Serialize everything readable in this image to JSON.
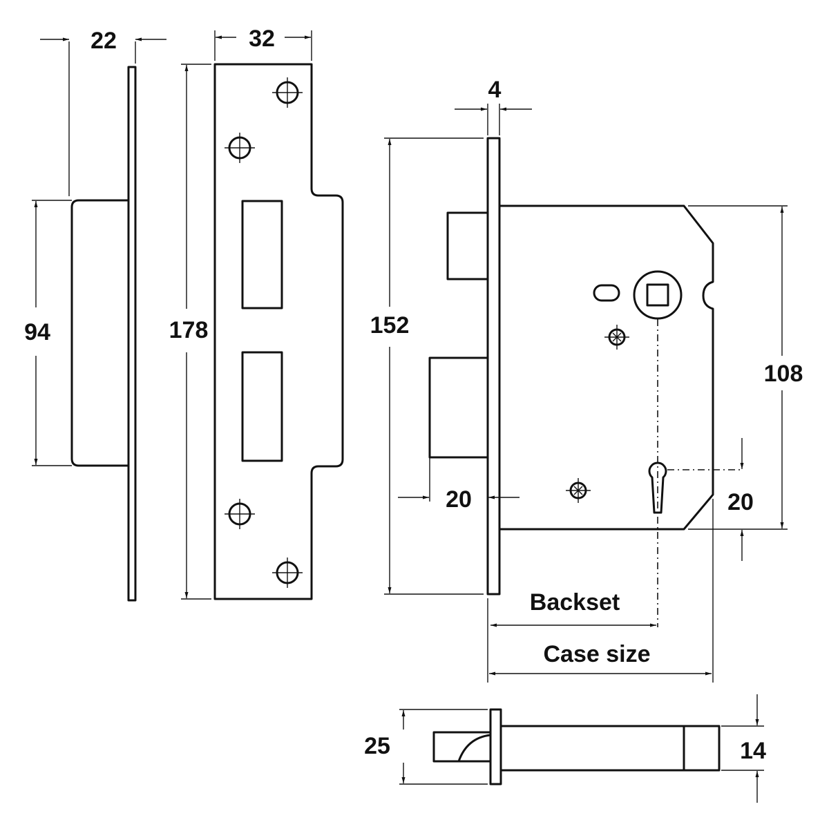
{
  "strike_side": {
    "depth_label": "22",
    "height_label": "94",
    "faceplate_width_label": "32",
    "faceplate_height_label": "178"
  },
  "lock_body": {
    "forend_thickness_label": "4",
    "forend_height_label": "152",
    "case_height_label": "108",
    "bolt_projection_label": "20",
    "keyhole_offset_label": "20",
    "backset_label": "Backset",
    "case_size_label": "Case size"
  },
  "bolt_detail": {
    "overall_label": "25",
    "bolt_label": "14"
  }
}
